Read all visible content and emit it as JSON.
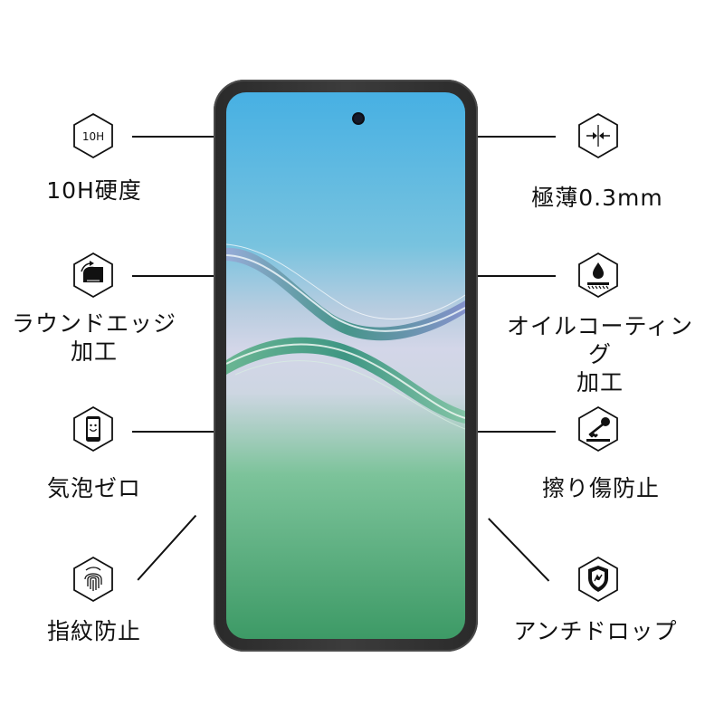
{
  "features": {
    "hardness": {
      "icon": "10h-badge-icon",
      "badge": "10H",
      "label": "10H硬度"
    },
    "thin": {
      "icon": "thin-arrows-icon",
      "label": "極薄0.3mm"
    },
    "round_edge": {
      "icon": "round-edge-icon",
      "label": "ラウンドエッジ\n加工"
    },
    "oil_coating": {
      "icon": "oil-drop-icon",
      "label": "オイルコーティング\n加工"
    },
    "bubble_free": {
      "icon": "smiley-phone-icon",
      "label": "気泡ゼロ"
    },
    "scratch_proof": {
      "icon": "key-scratch-icon",
      "label": "擦り傷防止"
    },
    "fingerprint_proof": {
      "icon": "fingerprint-icon",
      "label": "指紋防止"
    },
    "anti_drop": {
      "icon": "shield-icon",
      "label": "アンチドロップ"
    }
  },
  "colors": {
    "frame": "#2e2e2e",
    "screen_top": "#4cb2e2",
    "screen_mid": "#cbd2e6",
    "screen_bottom": "#3f9e6a"
  }
}
